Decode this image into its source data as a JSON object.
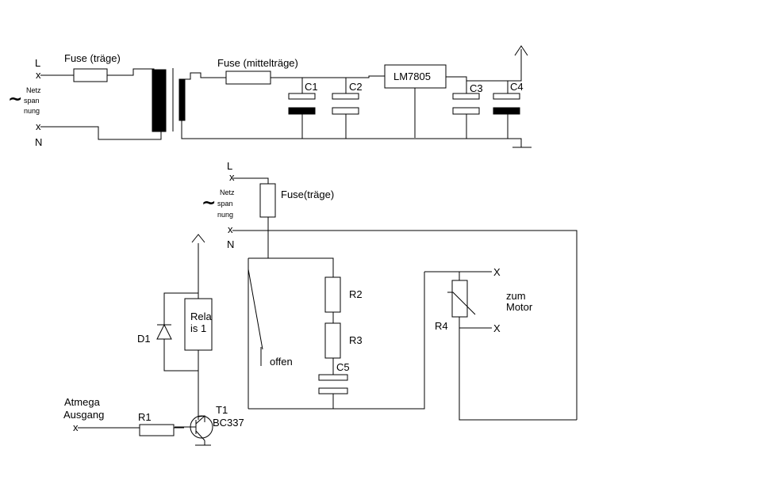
{
  "top_circuit": {
    "terminal_l": "L",
    "terminal_n": "N",
    "terminal_mark": "x",
    "mains_symbol": "~",
    "mains_label": [
      "Netz",
      "span",
      "nung"
    ],
    "fuse1_label": "Fuse (träge)",
    "fuse2_label": "Fuse (mittelträge)",
    "regulator_label": "LM7805",
    "c1_label": "C1",
    "c2_label": "C2",
    "c3_label": "C3",
    "c4_label": "C4"
  },
  "bottom_circuit": {
    "terminal_l": "L",
    "terminal_n": "N",
    "terminal_mark": "x",
    "mains_symbol": "~",
    "mains_label": [
      "Netz",
      "span",
      "nung"
    ],
    "fuse_label": "Fuse(träge)",
    "r2_label": "R2",
    "r3_label": "R3",
    "c5_label": "C5",
    "r4_label": "R4",
    "switch_label": "offen",
    "motor_label": [
      "zum",
      "Motor"
    ],
    "relay_label": [
      "Rela",
      "is 1"
    ],
    "d1_label": "D1",
    "t1_label": "T1",
    "t1_part": "BC337",
    "r1_label": "R1",
    "input_label": [
      "Atmega",
      "Ausgang"
    ],
    "terminal_x": "X"
  }
}
